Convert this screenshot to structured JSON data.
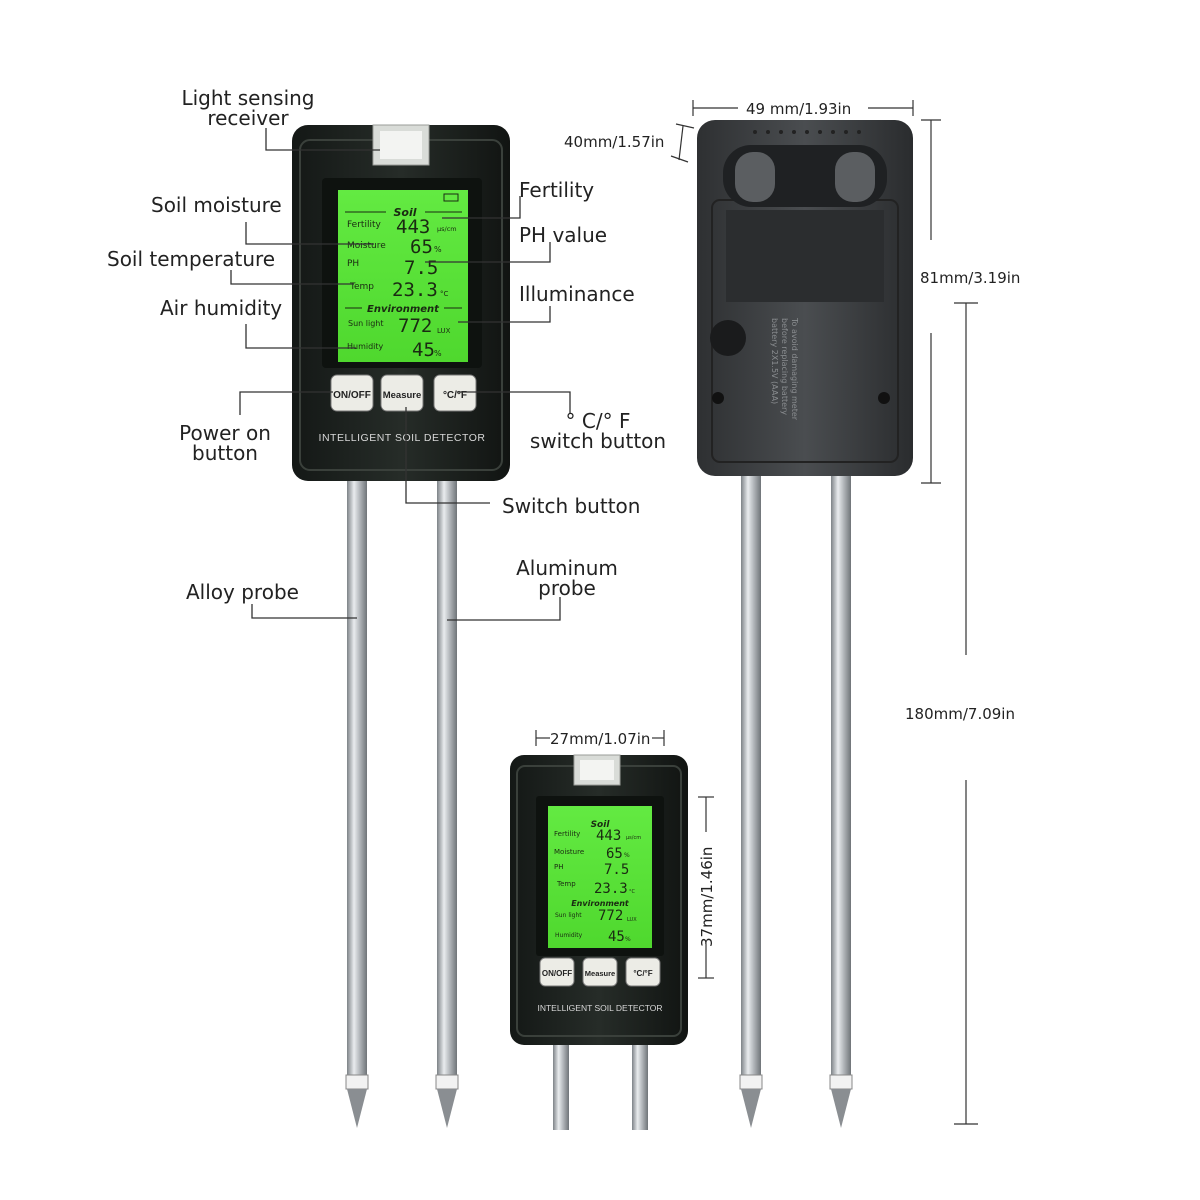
{
  "callouts": {
    "light_sensing": [
      "Light sensing",
      "receiver"
    ],
    "soil_moisture": "Soil moisture",
    "soil_temperature": "Soil temperature",
    "air_humidity": "Air humidity",
    "fertility": "Fertility",
    "ph_value": "PH value",
    "illuminance": "Illuminance",
    "power_on": [
      "Power on",
      "button"
    ],
    "unit_switch": [
      "° C/° F",
      "switch button"
    ],
    "switch_button": "Switch button",
    "alloy_probe": "Alloy probe",
    "aluminum_probe": [
      "Aluminum",
      "probe"
    ]
  },
  "dimensions": {
    "width_back": "49 mm/1.93in",
    "depth": "40mm/1.57in",
    "body_height": "81mm/3.19in",
    "total_length": "180mm/7.09in",
    "screen_width": "27mm/1.07in",
    "screen_height": "37mm/1.46in"
  },
  "screen": {
    "soil_heading": "Soil",
    "env_heading": "Environment",
    "rows": [
      {
        "label": "Fertility",
        "value": "443",
        "unit": "μs/cm"
      },
      {
        "label": "Moisture",
        "value": "65",
        "unit": "%"
      },
      {
        "label": "PH",
        "value": "7.5",
        "unit": ""
      },
      {
        "label": "Temp",
        "value": "23.3",
        "unit": "°C"
      }
    ],
    "env_rows": [
      {
        "label": "Sun light",
        "value": "772",
        "unit": "LUX"
      },
      {
        "label": "Humidity",
        "value": "45",
        "unit": "%"
      }
    ]
  },
  "buttons": {
    "on_off": "ON/OFF",
    "measure": "Measure",
    "unit": "°C/°F"
  },
  "device_name": "INTELLIGENT SOIL DETECTOR",
  "colors": {
    "lcd": "#5be33a",
    "body": "#1e2420",
    "probe": "#b9bdc1"
  }
}
